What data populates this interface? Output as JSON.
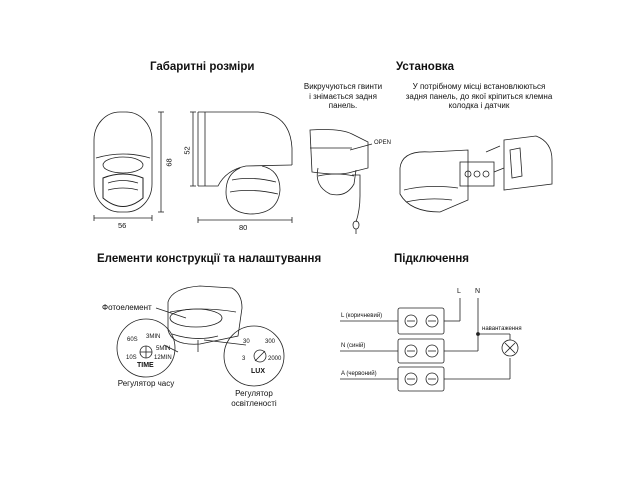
{
  "headings": {
    "dimensions": "Габаритні розміри",
    "installation": "Установка",
    "elements": "Елементи конструкції та налаштування",
    "connection": "Підключення"
  },
  "dimensions": {
    "width_front": "56",
    "height_front": "68",
    "height_side": "52",
    "depth_side": "80"
  },
  "installation": {
    "step1": "Викручуються гвинти і знімається задня панель.",
    "step2": "У потрібному місці встановлюються задня панель, до якої кріпиться клемна колодка і датчик",
    "open_label": "OPEN"
  },
  "elements": {
    "photo_label": "Фотоелемент",
    "time_label": "TIME",
    "lux_label": "LUX",
    "time_caption": "Регулятор часу",
    "lux_caption": "Регулятор освітленості",
    "time_ticks": [
      "60S",
      "3MIN",
      "5MIN",
      "10S",
      "12MIN"
    ],
    "lux_ticks": [
      "30",
      "300",
      "3",
      "2000"
    ]
  },
  "connection": {
    "L": "L",
    "N": "N",
    "brown": "L (коричневий)",
    "blue": "N (синій)",
    "red": "A (червоний)",
    "load": "навантаження"
  },
  "colors": {
    "line": "#222222",
    "accent": "#000000"
  }
}
